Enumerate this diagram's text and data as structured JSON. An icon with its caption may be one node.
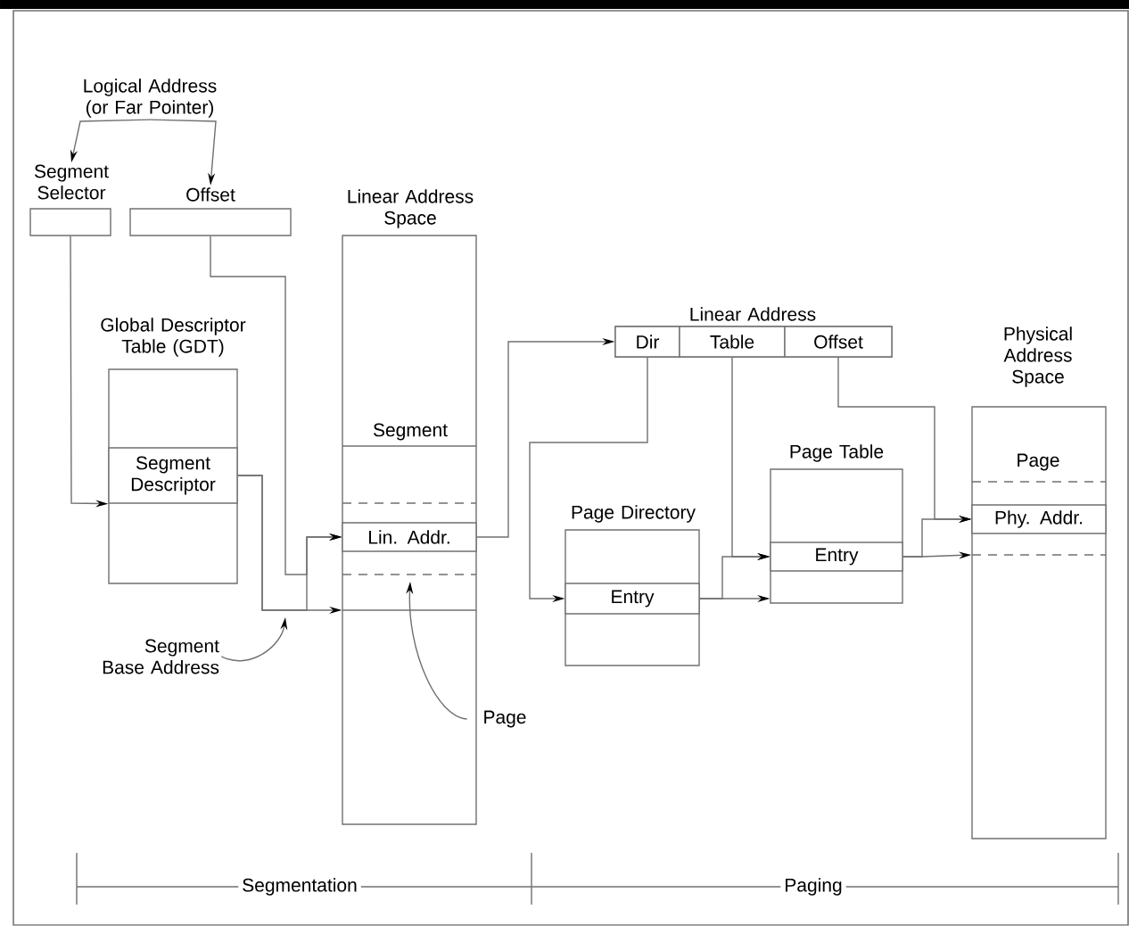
{
  "diagram": {
    "nodes": [
      {
        "text": [
          "Logical Address (or Far Pointer)"
        ]
      },
      {
        "text": [
          "Segment Selector"
        ]
      },
      {
        "text": [
          "Offset"
        ]
      },
      {
        "text": [
          "Global Descriptor Table (GDT)"
        ]
      },
      {
        "text": [
          "Segment Descriptor"
        ],
        "in": 3
      },
      {
        "text": [
          "Linear Address Space",
          "Segment"
        ]
      },
      {
        "text": [
          "Lin. Addr."
        ],
        "in": 5
      },
      {
        "text": [
          "Segment Base Address"
        ]
      },
      {
        "text": [
          "Page"
        ]
      },
      {
        "text": [
          "Linear Address"
        ]
      },
      {
        "text": [
          "Dir"
        ],
        "in": 9
      },
      {
        "text": [
          "Table"
        ],
        "in": 9
      },
      {
        "text": [
          "Offset"
        ],
        "in": 9
      },
      {
        "text": [
          "Page Directory"
        ]
      },
      {
        "text": [
          "Entry"
        ],
        "in": 13
      },
      {
        "text": [
          "Page Table"
        ]
      },
      {
        "text": [
          "Entry"
        ],
        "in": 15
      },
      {
        "text": [
          "Physical Address Space",
          "Page"
        ]
      },
      {
        "text": [
          "Phy. Addr."
        ],
        "in": 17
      }
    ],
    "edges": [
      {
        "from": 0,
        "to": 1,
        "arrow": "to"
      },
      {
        "from": 0,
        "to": 2,
        "arrow": "to"
      },
      {
        "from": 1,
        "to": 4,
        "arrow": "to"
      },
      {
        "from": 2,
        "to": 6,
        "arrow": "to"
      },
      {
        "from": 4,
        "to": 5,
        "arrow": "to"
      },
      {
        "from": 4,
        "to": 6,
        "arrow": "to"
      },
      {
        "from": 7,
        "to": null,
        "arrow": "to"
      },
      {
        "from": 8,
        "to": null,
        "arrow": "to"
      },
      {
        "from": 6,
        "to": 9,
        "arrow": "to"
      },
      {
        "from": 10,
        "to": 14,
        "arrow": "to"
      },
      {
        "from": 14,
        "to": 15,
        "arrow": "to"
      },
      {
        "from": 14,
        "to": 16,
        "arrow": "to"
      },
      {
        "from": 11,
        "to": 16,
        "arrow": "to"
      },
      {
        "from": 16,
        "to": 17,
        "arrow": "to"
      },
      {
        "from": 16,
        "to": 18,
        "arrow": "to"
      },
      {
        "from": 12,
        "to": 18,
        "arrow": "to"
      }
    ],
    "labels": [
      "Segmentation",
      "Paging"
    ]
  }
}
